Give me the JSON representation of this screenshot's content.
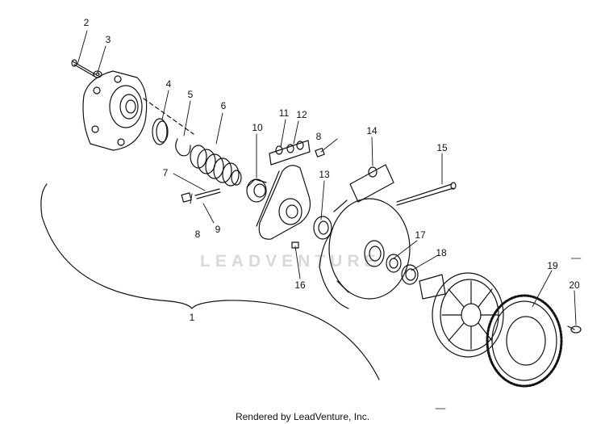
{
  "diagram": {
    "watermark": "LEADVENTURE",
    "footer": "Rendered by LeadVenture, Inc.",
    "part_numbers": [
      "1",
      "2",
      "3",
      "4",
      "5",
      "6",
      "7",
      "8",
      "8",
      "9",
      "10",
      "11",
      "12",
      "13",
      "14",
      "15",
      "16",
      "17",
      "18",
      "19",
      "20"
    ]
  }
}
